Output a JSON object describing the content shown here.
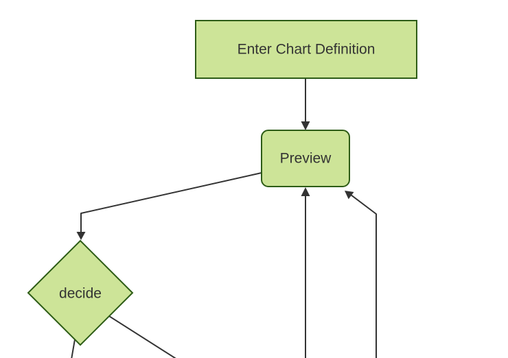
{
  "diagram": {
    "type": "flowchart",
    "direction": "top-down",
    "nodes": [
      {
        "id": "A",
        "label": "Enter Chart Definition",
        "shape": "rectangle"
      },
      {
        "id": "B",
        "label": "Preview",
        "shape": "rounded-rectangle"
      },
      {
        "id": "C",
        "label": "decide",
        "shape": "diamond"
      }
    ],
    "edges": [
      {
        "from": "Enter Chart Definition",
        "to": "Preview",
        "arrowhead": true
      },
      {
        "from": "Preview",
        "to": "decide",
        "arrowhead": true
      },
      {
        "from": "decide",
        "to": "offscreen-bottom-left",
        "arrowhead": false
      },
      {
        "from": "decide",
        "to": "offscreen-bottom-right",
        "arrowhead": false
      },
      {
        "from": "offscreen-bottom-center",
        "to": "Preview",
        "arrowhead": true
      },
      {
        "from": "offscreen-bottom-right",
        "to": "Preview",
        "arrowhead": true
      }
    ]
  },
  "colors": {
    "background": "#ffffff",
    "node_fill": "#cde498",
    "node_border": "#2d5c16",
    "edge_line": "#333333",
    "label_text": "#333333"
  }
}
